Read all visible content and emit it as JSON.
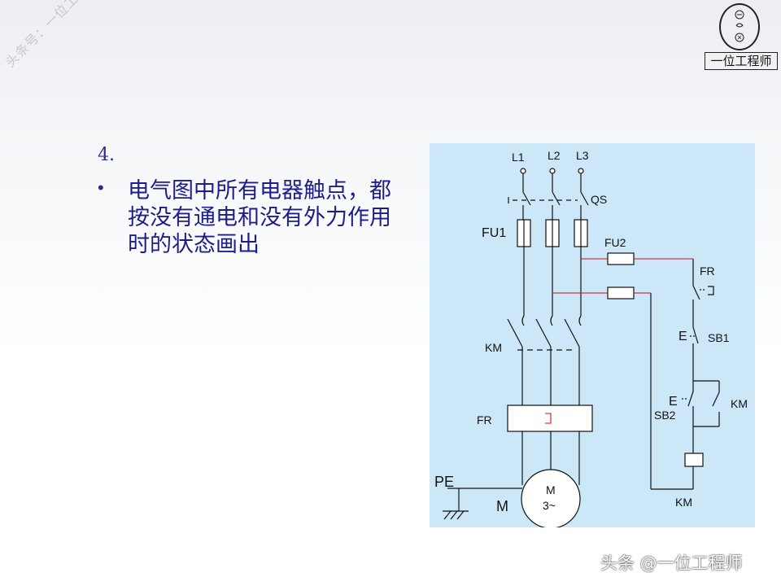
{
  "watermark": {
    "diagonal": "头条号：一位工程师",
    "footer": "头条 @一位工程师"
  },
  "logo": {
    "label": "一位工程师"
  },
  "slide": {
    "number": "4.",
    "bullet": "电气图中所有电器触点，都按没有通电和没有外力作用时的状态画出"
  },
  "diagram": {
    "labels": {
      "l1": "L1",
      "l2": "L2",
      "l3": "L3",
      "qs": "QS",
      "fu1": "FU1",
      "fu2": "FU2",
      "fr_top": "FR",
      "km_main": "KM",
      "e1": "E",
      "sb1": "SB1",
      "e2": "E",
      "sb2": "SB2",
      "km_aux": "KM",
      "fr_relay": "FR",
      "pe": "PE",
      "m": "M",
      "motor_m": "M",
      "motor_phase": "3~",
      "km_coil": "KM"
    }
  }
}
